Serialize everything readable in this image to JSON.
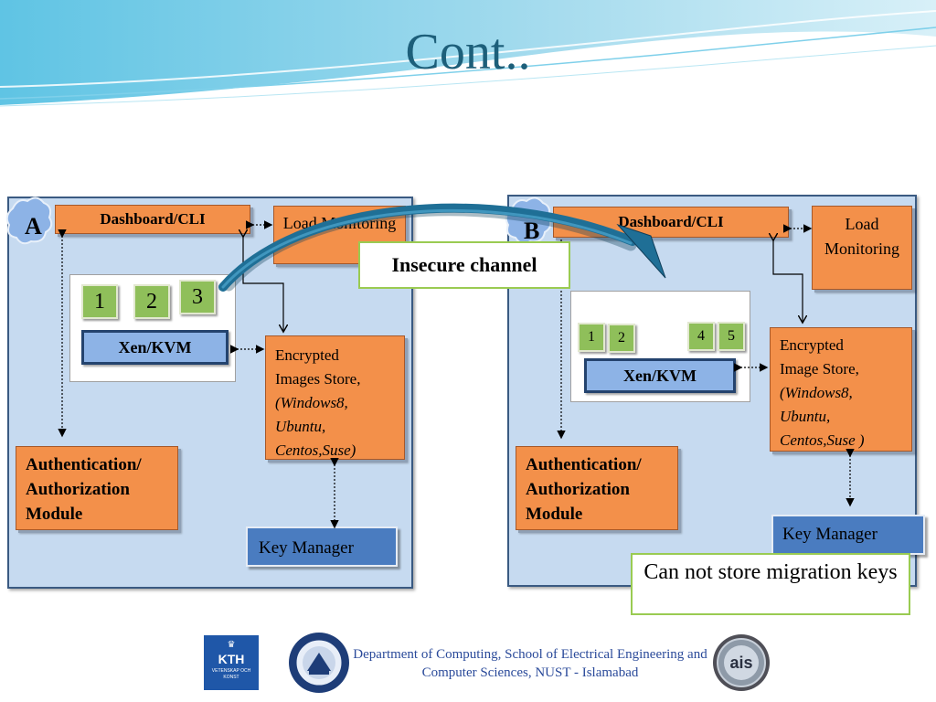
{
  "slide": {
    "title": "Cont..",
    "footer": "Department of Computing, School of Electrical Engineering and Computer Sciences, NUST - Islamabad"
  },
  "panel_a": {
    "label": "A",
    "dashboard": "Dashboard/CLI",
    "load_monitoring": "Load Monitoring",
    "vms": [
      "1",
      "2",
      "3"
    ],
    "hypervisor": "Xen/KVM",
    "store_line1": "Encrypted",
    "store_line2": "Images Store,",
    "store_os": "(Windows8, Ubuntu, Centos,Suse)",
    "auth": "Authentication/ Authorization Module",
    "key_manager": "Key Manager"
  },
  "panel_b": {
    "label": "B",
    "dashboard": "Dashboard/CLI",
    "load_monitoring": "Load Monitoring",
    "vms": [
      "1",
      "2",
      "4",
      "5"
    ],
    "hypervisor": "Xen/KVM",
    "store_line1": "Encrypted",
    "store_line2": "Image Store,",
    "store_os": "(Windows8, Ubuntu, Centos,Suse )",
    "auth": "Authentication/ Authorization Module",
    "key_manager": "Key Manager"
  },
  "callouts": {
    "channel": "Insecure channel",
    "migration": "Can not store migration keys"
  },
  "logos": {
    "kth": "KTH",
    "kth_sub": "VETENSKAP OCH KONST",
    "ais": "ais"
  },
  "colors": {
    "title": "#1d5f7a",
    "box_orange": "#f3904a",
    "box_blue": "#4a7cc0",
    "panel": "#c6daf0",
    "arrow_teal": "#1f6f96",
    "vm_green": "#8fbf5a",
    "callout_border": "#9acb52"
  }
}
